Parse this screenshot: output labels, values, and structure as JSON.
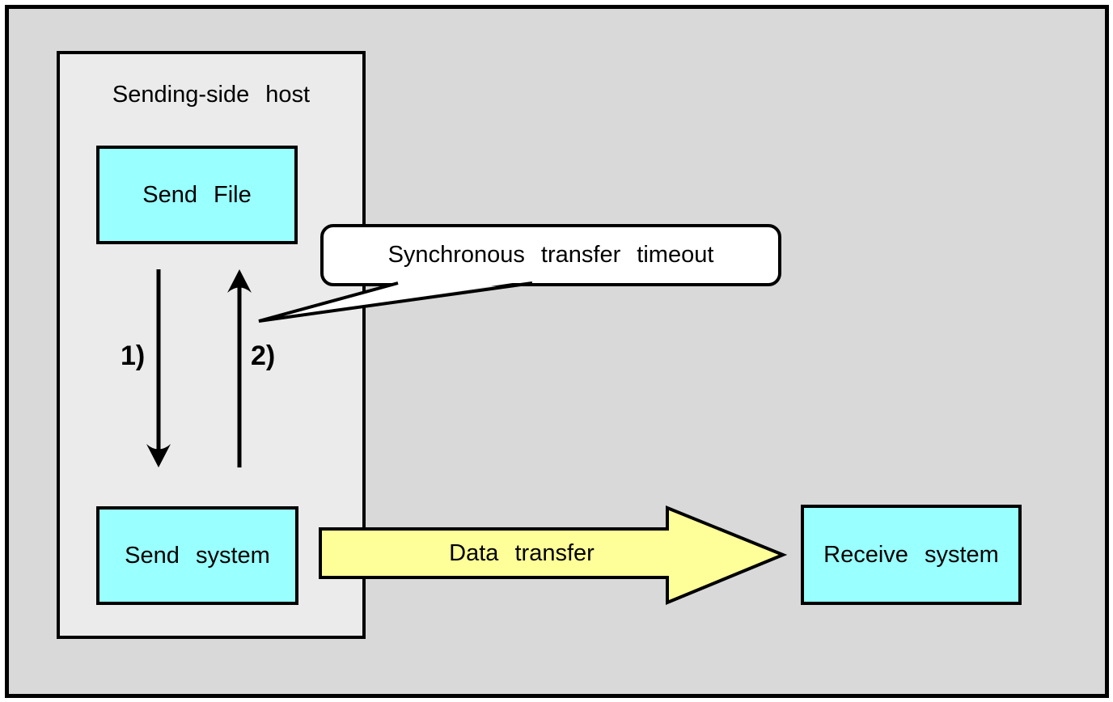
{
  "diagram": {
    "host": {
      "title": "Sending-side host"
    },
    "nodes": {
      "send_file": "Send File",
      "send_system": "Send system",
      "receive_system": "Receive system"
    },
    "steps": {
      "step1": "1)",
      "step2": "2)"
    },
    "callout": {
      "text": "Synchronous transfer timeout"
    },
    "transfer": {
      "label": "Data transfer"
    },
    "colors": {
      "canvas_bg": "#d9d9d9",
      "host_bg": "#ebebeb",
      "node_fill": "#99ffff",
      "arrow_fill": "#ffff99",
      "callout_bg": "#ffffff",
      "stroke": "#000000"
    }
  }
}
